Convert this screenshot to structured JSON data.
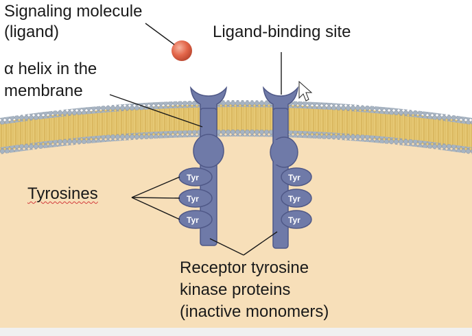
{
  "labels": {
    "signaling_molecule": [
      "Signaling molecule",
      "(ligand)"
    ],
    "ligand_binding_site": "Ligand-binding site",
    "alpha_helix": [
      "α helix in the",
      "membrane"
    ],
    "tyrosines": "Tyrosines",
    "receptor": [
      "Receptor tyrosine",
      "kinase proteins",
      "(inactive monomers)"
    ]
  },
  "tyr_label": "Tyr",
  "colors": {
    "cytoplasm": "#f7dfb9",
    "membrane_lipid": "#e2c36a",
    "membrane_head": "#a7b4c2",
    "receptor": "#6f7aa8",
    "receptor_dark": "#4f5887",
    "ligand": "#e3664a",
    "text": "#1a1a1a"
  }
}
